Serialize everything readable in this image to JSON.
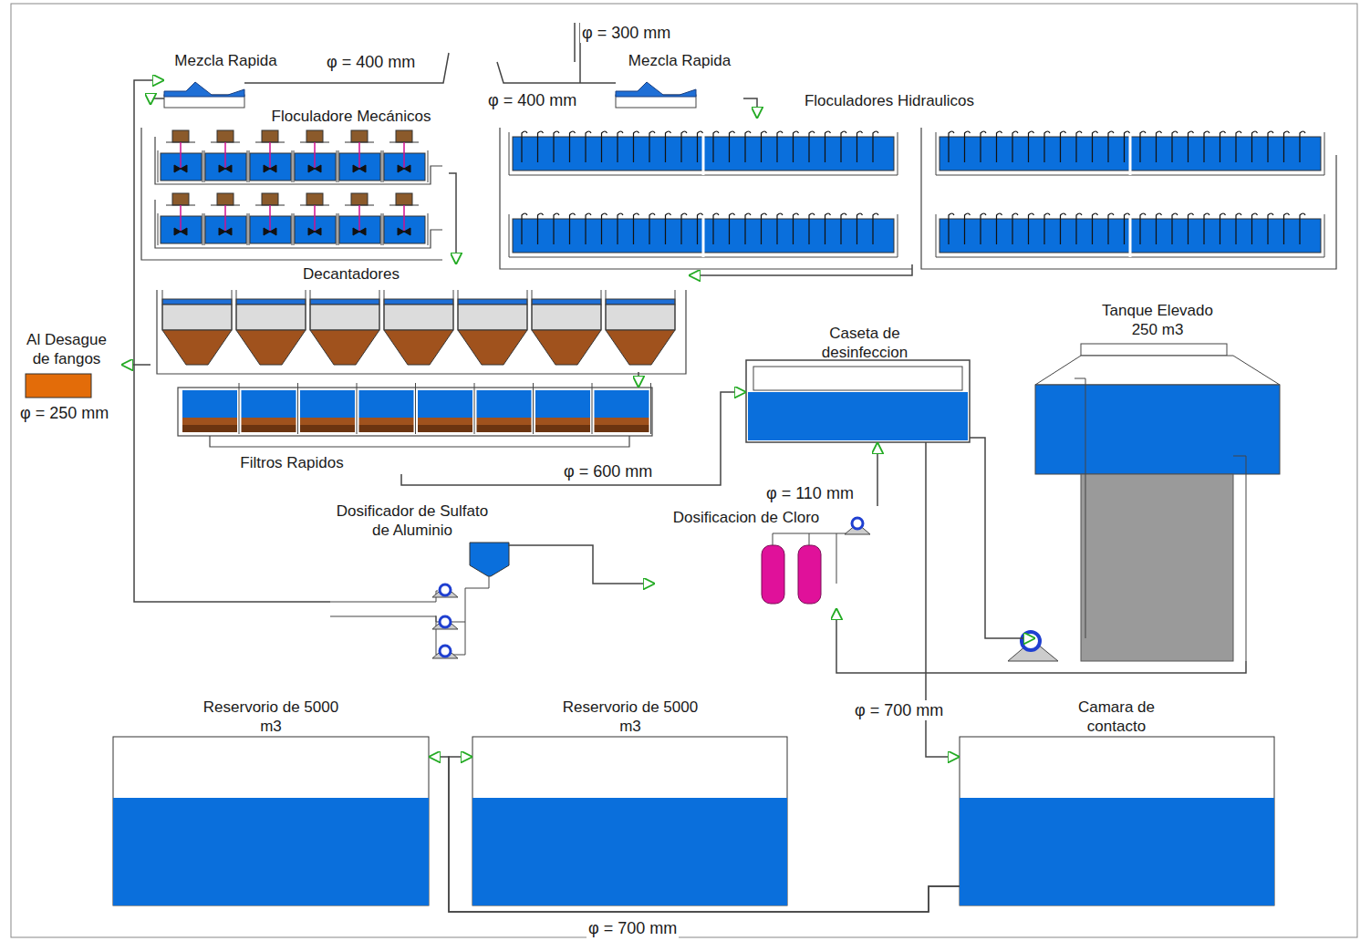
{
  "diagram": {
    "nodes": [
      {
        "text": [
          "Mezcla Rapida"
        ]
      },
      {
        "text": [
          "Floculadore Mecánicos"
        ]
      },
      {
        "text": [
          "Mezcla Rapida"
        ]
      },
      {
        "text": [
          "Floculadores Hidraulicos"
        ]
      },
      {
        "text": [
          "Decantadores"
        ]
      },
      {
        "text": [
          "Al Desague de fangos"
        ]
      },
      {
        "text": [
          "Filtros Rapidos"
        ]
      },
      {
        "text": [
          "Caseta de desinfeccion"
        ]
      },
      {
        "text": [
          "Tanque Elevado 250 m3"
        ]
      },
      {
        "text": [
          "Dosificador de Sulfato de Aluminio"
        ]
      },
      {
        "text": [
          "Dosificacion de Cloro"
        ]
      },
      {
        "text": [
          "Reservorio de 5000 m3"
        ]
      },
      {
        "text": [
          "Reservorio de 5000 m3"
        ]
      },
      {
        "text": [
          "Camara de contacto"
        ]
      }
    ],
    "edges": [
      {
        "from": 9,
        "to": 0,
        "arrow": "to"
      },
      {
        "from": 0,
        "to": 1,
        "arrow": "to"
      },
      {
        "from": 2,
        "to": 3,
        "arrow": "to"
      },
      {
        "from": 1,
        "to": 4,
        "arrow": "to"
      },
      {
        "from": 3,
        "to": 4,
        "arrow": "to"
      },
      {
        "from": 4,
        "to": 6,
        "arrow": "to"
      },
      {
        "from": 4,
        "to": 5,
        "arrow": "to"
      },
      {
        "from": 6,
        "to": 7,
        "arrow": "to"
      },
      {
        "from": 10,
        "to": 7,
        "arrow": "to"
      },
      {
        "from": 7,
        "to": 13,
        "arrow": "to"
      },
      {
        "from": 7,
        "to": 8,
        "arrow": "to"
      },
      {
        "from": 8,
        "to": 10,
        "arrow": "to"
      },
      {
        "from": 9,
        "to": 10,
        "arrow": "to"
      },
      {
        "from": 13,
        "to": 11,
        "arrow": "to"
      },
      {
        "from": 13,
        "to": 12,
        "arrow": "to"
      }
    ],
    "labels": [
      "φ = 400 mm",
      "φ = 300 mm",
      "φ = 400 mm",
      "φ = 250 mm",
      "φ = 600 mm",
      "φ = 110 mm",
      "φ = 700 mm",
      "φ = 700 mm"
    ]
  }
}
